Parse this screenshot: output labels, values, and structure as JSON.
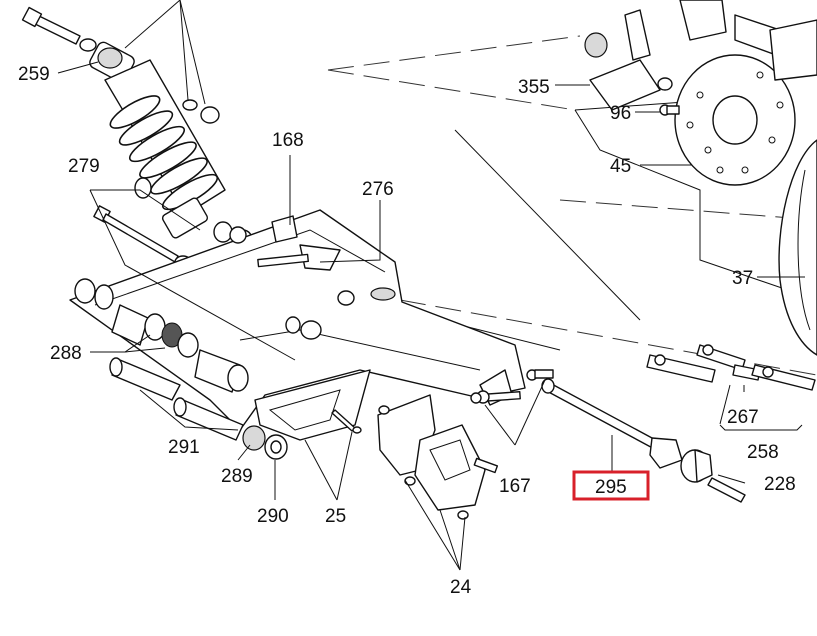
{
  "callouts": {
    "c259": "259",
    "c355": "355",
    "c96": "96",
    "c45": "45",
    "c168": "168",
    "c279": "279",
    "c276": "276",
    "c37": "37",
    "c288": "288",
    "c267": "267",
    "c291": "291",
    "c258": "258",
    "c167": "167",
    "c295": "295",
    "c228": "228",
    "c289": "289",
    "c290": "290",
    "c25": "25",
    "c24": "24"
  },
  "highlight": {
    "part": "295",
    "color": "#d8202a"
  }
}
